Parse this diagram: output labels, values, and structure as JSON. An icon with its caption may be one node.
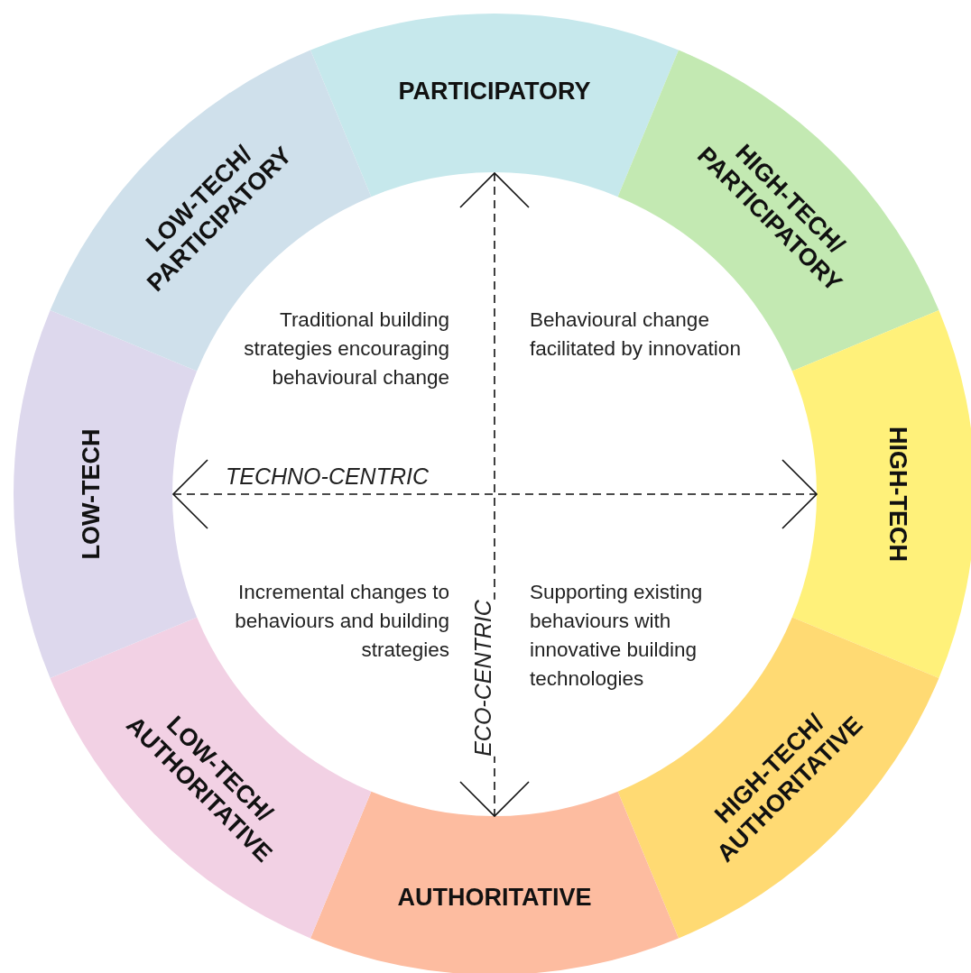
{
  "diagram": {
    "nodes": [
      {
        "text": [
          "PARTICIPATORY"
        ]
      },
      {
        "text": [
          "HIGH-TECH/ PARTICIPATORY"
        ]
      },
      {
        "text": [
          "HIGH-TECH"
        ]
      },
      {
        "text": [
          "HIGH-TECH/ AUTHORITATIVE"
        ]
      },
      {
        "text": [
          "AUTHORITATIVE"
        ]
      },
      {
        "text": [
          "LOW-TECH/ AUTHORITATIVE"
        ]
      },
      {
        "text": [
          "LOW-TECH"
        ]
      },
      {
        "text": [
          "LOW-TECH/ PARTICIPATORY"
        ]
      }
    ],
    "labels": [
      "Traditional building strategies encouraging behavioural change",
      "Behavioural change facilitated by innovation",
      "TECHNO-CENTRIC",
      "Incremental changes to behaviours and building strategies",
      "ECO-CENTRIC",
      "Supporting existing behaviours with innovative building technologies"
    ]
  }
}
